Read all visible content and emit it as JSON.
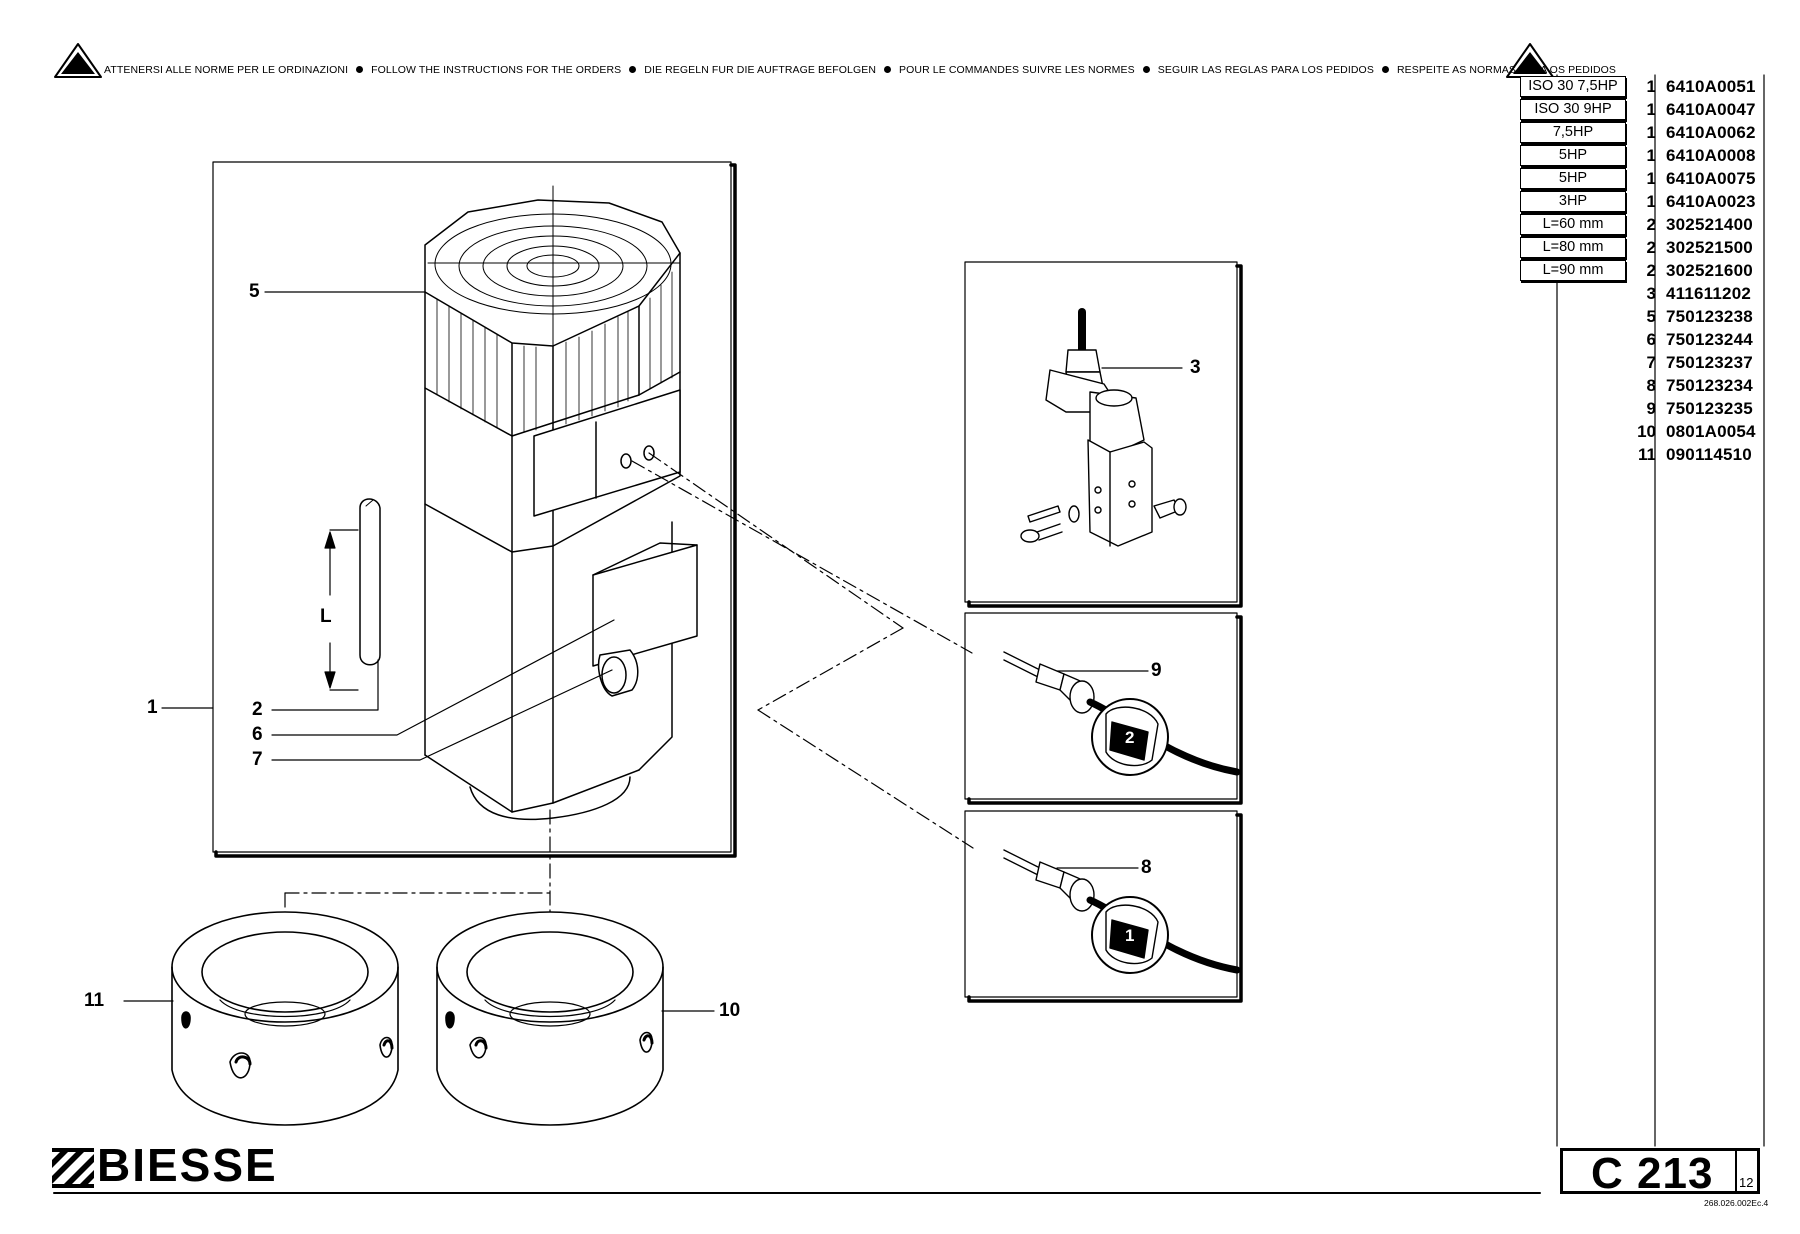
{
  "header": {
    "warnings": [
      "ATTENERSI ALLE NORME PER LE ORDINAZIONI",
      "FOLLOW THE INSTRUCTIONS FOR THE ORDERS",
      "DIE REGELN FUR DIE AUFTRAGE BEFOLGEN",
      "POUR LE COMMANDES SUIVRE LES NORMES",
      "SEGUIR LAS REGLAS PARA LOS PEDIDOS",
      "RESPEITE AS NORMAS PARA OS PEDIDOS"
    ]
  },
  "parts": [
    {
      "label": "ISO 30 7,5HP",
      "qty": "1",
      "code": "6410A0051"
    },
    {
      "label": "ISO 30 9HP",
      "qty": "1",
      "code": "6410A0047"
    },
    {
      "label": "7,5HP",
      "qty": "1",
      "code": "6410A0062"
    },
    {
      "label": "5HP",
      "qty": "1",
      "code": "6410A0008"
    },
    {
      "label": "5HP",
      "qty": "1",
      "code": "6410A0075"
    },
    {
      "label": "3HP",
      "qty": "1",
      "code": "6410A0023"
    },
    {
      "label": "L=60 mm",
      "qty": "2",
      "code": "302521400"
    },
    {
      "label": "L=80 mm",
      "qty": "2",
      "code": "302521500"
    },
    {
      "label": "L=90 mm",
      "qty": "2",
      "code": "302521600"
    },
    {
      "label": "",
      "qty": "3",
      "code": "411611202"
    },
    {
      "label": "",
      "qty": "5",
      "code": "750123238"
    },
    {
      "label": "",
      "qty": "6",
      "code": "750123244"
    },
    {
      "label": "",
      "qty": "7",
      "code": "750123237"
    },
    {
      "label": "",
      "qty": "8",
      "code": "750123234"
    },
    {
      "label": "",
      "qty": "9",
      "code": "750123235"
    },
    {
      "label": "",
      "qty": "10",
      "code": "0801A0054"
    },
    {
      "label": "",
      "qty": "11",
      "code": "090114510"
    }
  ],
  "callouts": {
    "c1": "1",
    "c2": "2",
    "c3": "3",
    "c5": "5",
    "c6": "6",
    "c7": "7",
    "c8": "8",
    "c9": "9",
    "c10": "10",
    "c11": "11"
  },
  "dimension_label": "L",
  "connector_marks": {
    "upper": "2",
    "lower": "1"
  },
  "page": {
    "code": "C 213",
    "number": "12",
    "doc_ref": "268.026.002Ec.4"
  },
  "brand": {
    "name": "BIESSE"
  }
}
